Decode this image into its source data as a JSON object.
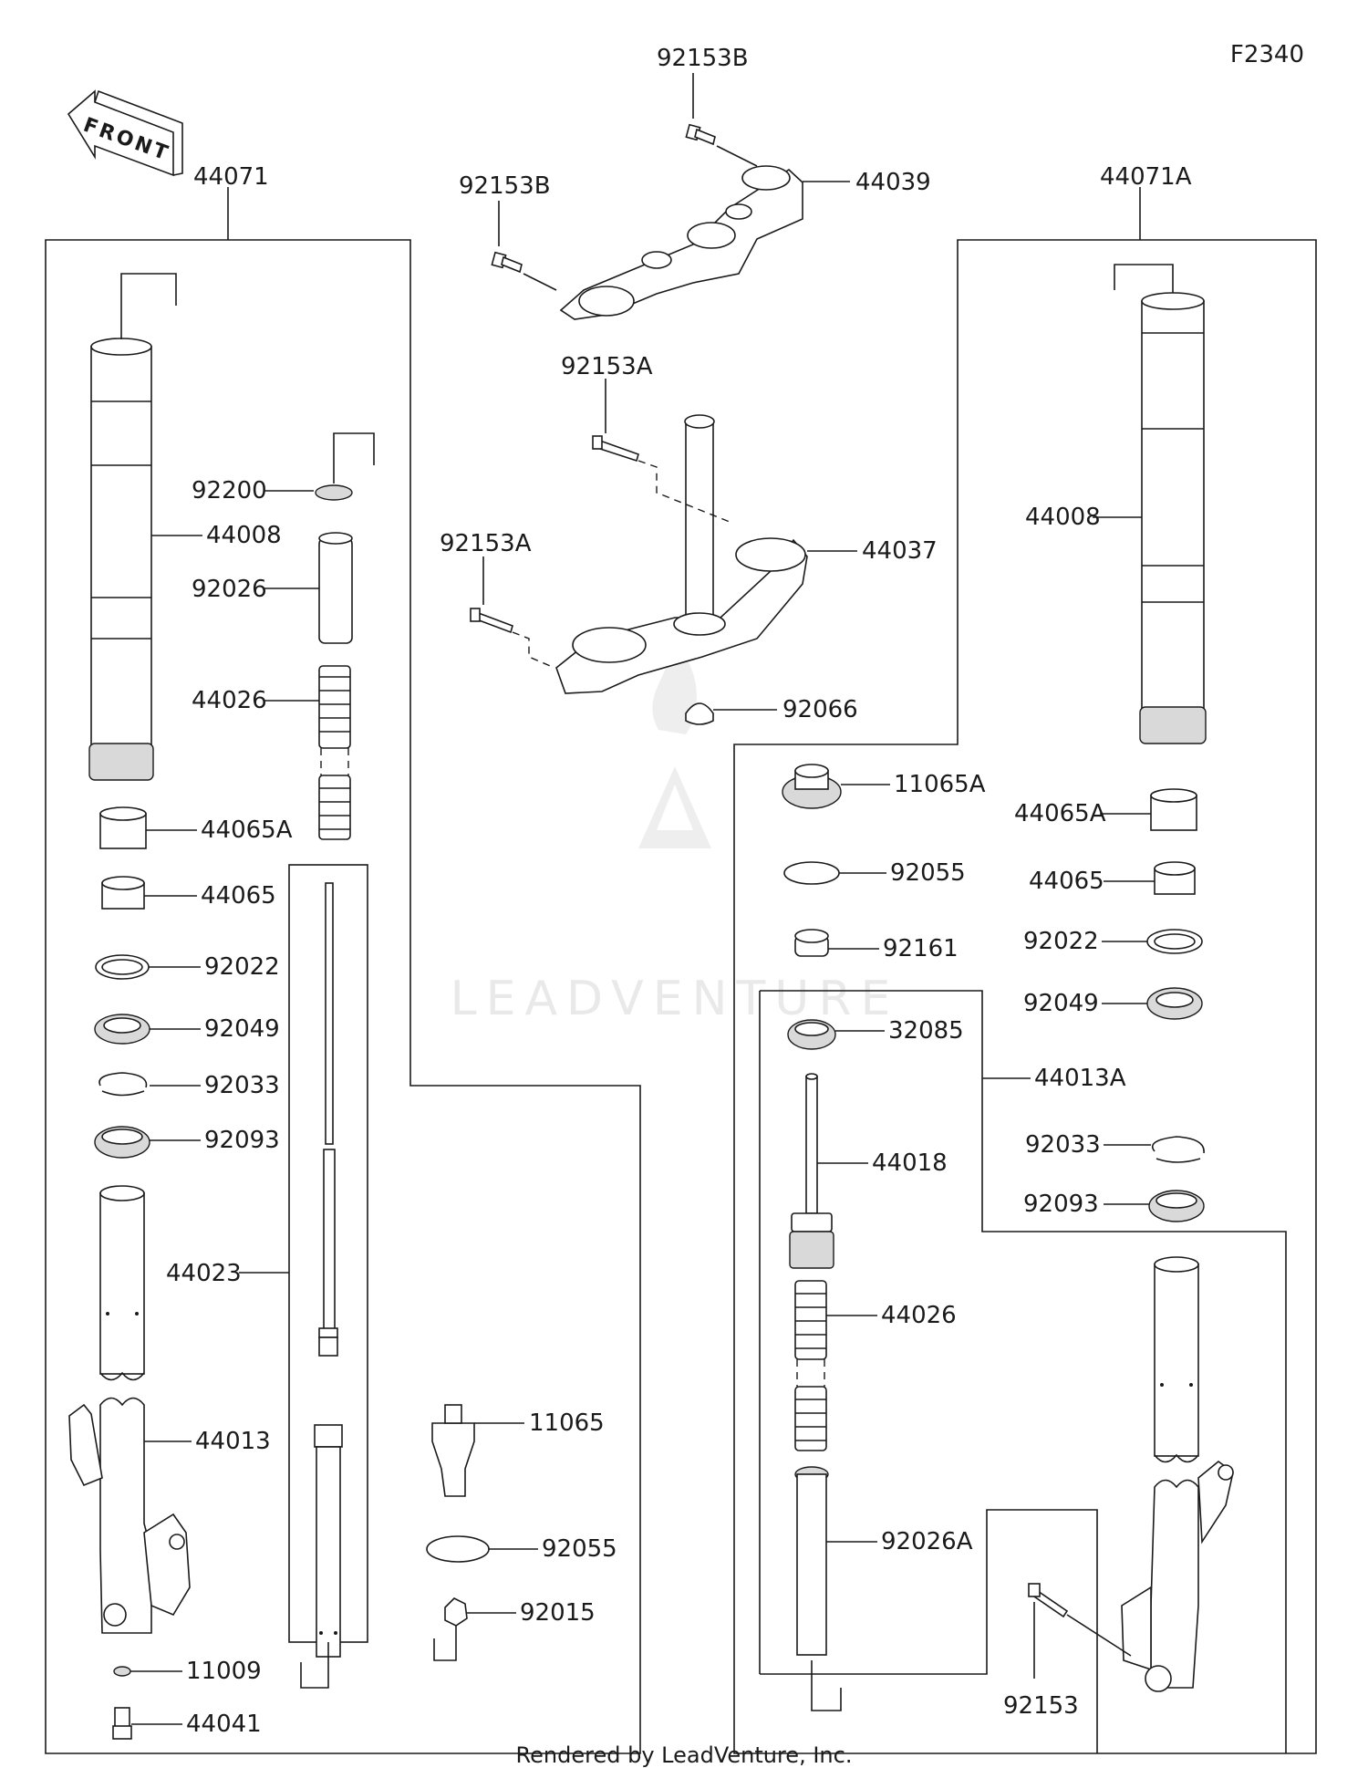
{
  "diagram_code": "F2340",
  "front_label": "FRONT",
  "watermark": "LEADVENTURE",
  "footer": "Rendered by LeadVenture, Inc.",
  "labels": {
    "p92153B_top": "92153B",
    "p44039": "44039",
    "p92153B_left": "92153B",
    "p44071": "44071",
    "p44071A": "44071A",
    "p92153A_top": "92153A",
    "p92153A_left": "92153A",
    "p44037": "44037",
    "p92066": "92066",
    "p92200": "92200",
    "p44008_l": "44008",
    "p92026": "92026",
    "p44026_l": "44026",
    "p44065A_l": "44065A",
    "p44065_l": "44065",
    "p92022_l": "92022",
    "p92049_l": "92049",
    "p92033_l": "92033",
    "p92093_l": "92093",
    "p44023": "44023",
    "p44013": "44013",
    "p11009": "11009",
    "p44041": "44041",
    "p11065": "11065",
    "p92055_c": "92055",
    "p92015": "92015",
    "p44008_r": "44008",
    "p11065A": "11065A",
    "p92055_r": "92055",
    "p92161": "92161",
    "p44065A_r": "44065A",
    "p44065_r": "44065",
    "p92022_r": "92022",
    "p92049_r": "92049",
    "p32085": "32085",
    "p44013A": "44013A",
    "p44018": "44018",
    "p92033_r": "92033",
    "p92093_r": "92093",
    "p44026_r": "44026",
    "p92026A": "92026A",
    "p92153": "92153"
  }
}
